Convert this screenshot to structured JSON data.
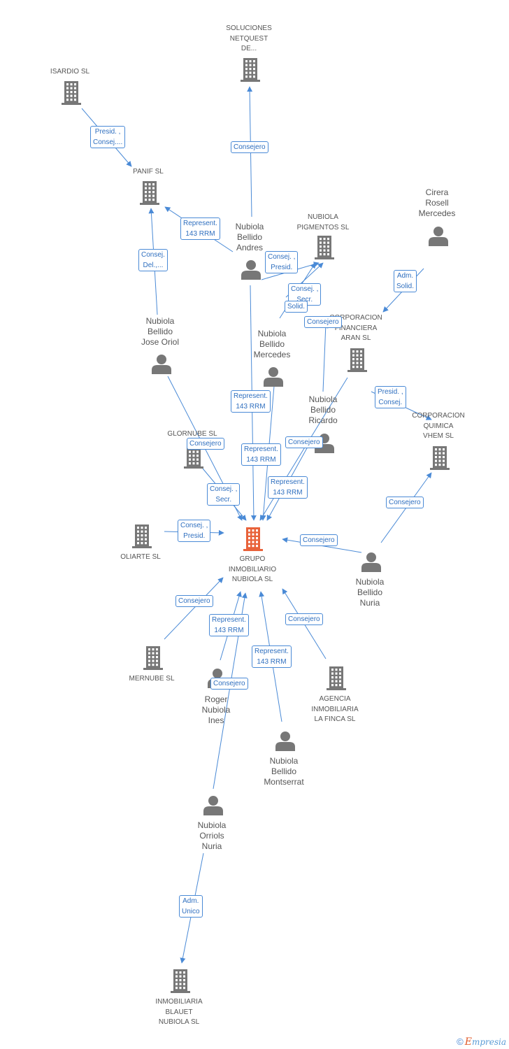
{
  "colors": {
    "edge": "#4a8ad6",
    "node": "#777777",
    "focus_node": "#e8623a",
    "label_text": "#555555",
    "edge_label_text": "#2f6fbf"
  },
  "nodes": [
    {
      "id": "soluciones",
      "type": "company",
      "lines": [
        "SOLUCIONES",
        "NETQUEST",
        "DE..."
      ]
    },
    {
      "id": "isardio",
      "type": "company",
      "lines": [
        "ISARDIO SL"
      ]
    },
    {
      "id": "panif",
      "type": "company",
      "lines": [
        "PANIF SL"
      ]
    },
    {
      "id": "nubiola_pigmentos",
      "type": "company",
      "lines": [
        "NUBIOLA",
        "PIGMENTOS SL"
      ]
    },
    {
      "id": "cirera",
      "type": "person",
      "lines": [
        "Cirera",
        "Rosell",
        "Mercedes"
      ]
    },
    {
      "id": "andres",
      "type": "person",
      "lines": [
        "Nubiola",
        "Bellido",
        "Andres"
      ]
    },
    {
      "id": "corporacion_financiera",
      "type": "company",
      "lines": [
        "CORPORACION",
        "FINANCIERA",
        "ARAN SL"
      ]
    },
    {
      "id": "jose_oriol",
      "type": "person",
      "lines": [
        "Nubiola",
        "Bellido",
        "Jose Oriol"
      ]
    },
    {
      "id": "mercedes",
      "type": "person",
      "lines": [
        "Nubiola",
        "Bellido",
        "Mercedes"
      ]
    },
    {
      "id": "ricardo",
      "type": "person",
      "lines": [
        "Nubiola",
        "Bellido",
        "Ricardo"
      ]
    },
    {
      "id": "corporacion_quimica",
      "type": "company",
      "lines": [
        "CORPORACION",
        "QUIMICA",
        "VHEM SL"
      ]
    },
    {
      "id": "glornube",
      "type": "company",
      "lines": [
        "GLORNUBE SL"
      ]
    },
    {
      "id": "oliarte",
      "type": "company",
      "lines": [
        "OLIARTE SL"
      ]
    },
    {
      "id": "grupo",
      "type": "company",
      "focus": true,
      "lines": [
        "GRUPO",
        "INMOBILIARIO",
        "NUBIOLA SL"
      ]
    },
    {
      "id": "nuria_bellido",
      "type": "person",
      "lines": [
        "Nubiola",
        "Bellido",
        "Nuria"
      ]
    },
    {
      "id": "mernube",
      "type": "company",
      "lines": [
        "MERNUBE SL"
      ]
    },
    {
      "id": "roger",
      "type": "person",
      "lines": [
        "Roger",
        "Nubiola",
        "Ines"
      ]
    },
    {
      "id": "agencia",
      "type": "company",
      "lines": [
        "AGENCIA",
        "INMOBILIARIA",
        "LA FINCA SL"
      ]
    },
    {
      "id": "montserrat",
      "type": "person",
      "lines": [
        "Nubiola",
        "Bellido",
        "Montserrat"
      ]
    },
    {
      "id": "orriols",
      "type": "person",
      "lines": [
        "Nubiola",
        "Orriols",
        "Nuria"
      ]
    },
    {
      "id": "blauet",
      "type": "company",
      "lines": [
        "INMOBILIARIA",
        "BLAUET",
        "NUBIOLA SL"
      ]
    }
  ],
  "edges": [
    {
      "from": "andres",
      "to": "soluciones",
      "label": [
        "Consejero"
      ]
    },
    {
      "from": "isardio",
      "to": "panif",
      "label": [
        "Presid. ,",
        "Consej...."
      ]
    },
    {
      "from": "andres",
      "to": "panif",
      "label": [
        "Represent.",
        "143 RRM"
      ]
    },
    {
      "from": "jose_oriol",
      "to": "panif",
      "label": [
        "Consej.",
        "Del.,..."
      ]
    },
    {
      "from": "andres",
      "to": "nubiola_pigmentos",
      "label": [
        "Consej. ,",
        "Presid."
      ]
    },
    {
      "from": "andres",
      "to": "nubiola_pigmentos",
      "label": [
        "Consej. ,",
        "Secr."
      ]
    },
    {
      "from": "mercedes",
      "to": "nubiola_pigmentos",
      "label": [
        "Solid."
      ]
    },
    {
      "from": "ricardo",
      "to": "nubiola_pigmentos",
      "label": [
        "Consejero"
      ]
    },
    {
      "from": "cirera",
      "to": "corporacion_financiera",
      "label": [
        "Adm.",
        "Solid."
      ]
    },
    {
      "from": "corporacion_financiera",
      "to": "corporacion_quimica",
      "label": [
        "Presid. ,",
        "Consej."
      ]
    },
    {
      "from": "andres",
      "to": "grupo",
      "label": [
        "Represent.",
        "143 RRM"
      ]
    },
    {
      "from": "jose_oriol",
      "to": "grupo",
      "label": [
        "Consejero"
      ]
    },
    {
      "from": "mercedes",
      "to": "grupo",
      "label": [
        "Represent.",
        "143 RRM"
      ]
    },
    {
      "from": "ricardo",
      "to": "grupo",
      "label": [
        "Consejero"
      ]
    },
    {
      "from": "corporacion_financiera",
      "to": "grupo",
      "label": [
        "Represent.",
        "143 RRM"
      ]
    },
    {
      "from": "glornube",
      "to": "grupo",
      "label": [
        "Consej. ,",
        "Secr."
      ]
    },
    {
      "from": "oliarte",
      "to": "grupo",
      "label": [
        "Consej. ,",
        "Presid."
      ]
    },
    {
      "from": "nuria_bellido",
      "to": "grupo",
      "label": [
        "Consejero"
      ]
    },
    {
      "from": "nuria_bellido",
      "to": "corporacion_quimica",
      "label": [
        "Consejero"
      ]
    },
    {
      "from": "mernube",
      "to": "grupo",
      "label": [
        "Consejero"
      ]
    },
    {
      "from": "roger",
      "to": "grupo",
      "label": [
        "Represent.",
        "143 RRM"
      ]
    },
    {
      "from": "montserrat",
      "to": "grupo",
      "label": [
        "Represent.",
        "143 RRM"
      ]
    },
    {
      "from": "agencia",
      "to": "grupo",
      "label": [
        "Consejero"
      ]
    },
    {
      "from": "orriols",
      "to": "grupo",
      "label": [
        "Consejero"
      ]
    },
    {
      "from": "orriols",
      "to": "blauet",
      "label": [
        "Adm.",
        "Unico"
      ]
    }
  ],
  "footer": {
    "copyright": "©",
    "brand_first": "E",
    "brand_rest": "mpresia"
  }
}
